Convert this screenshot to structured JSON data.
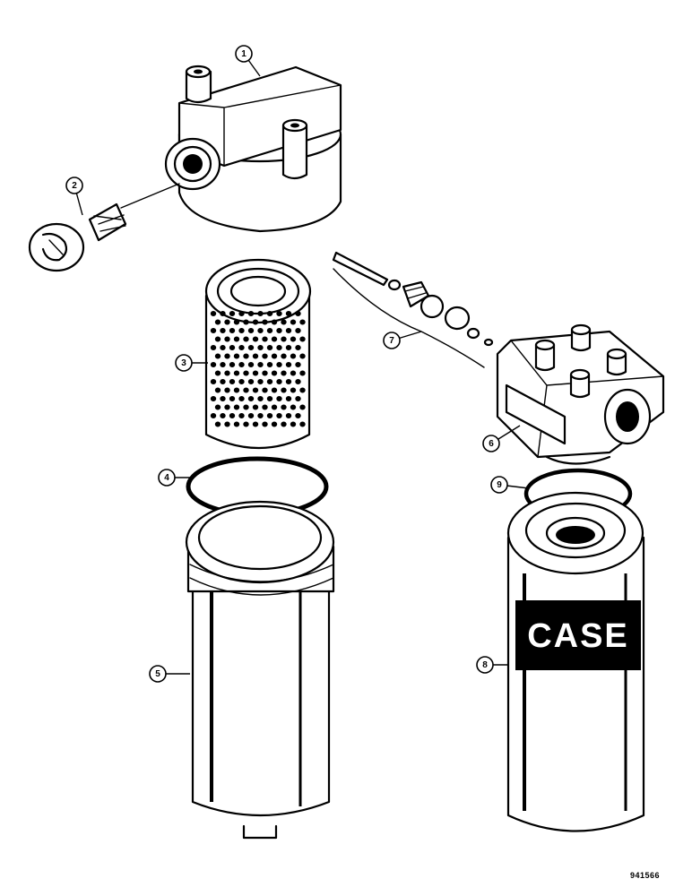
{
  "callouts": [
    {
      "id": "1",
      "label": "1"
    },
    {
      "id": "2",
      "label": "2"
    },
    {
      "id": "3",
      "label": "3"
    },
    {
      "id": "4",
      "label": "4"
    },
    {
      "id": "5",
      "label": "5"
    },
    {
      "id": "6",
      "label": "6"
    },
    {
      "id": "7",
      "label": "7"
    },
    {
      "id": "8",
      "label": "8"
    },
    {
      "id": "9",
      "label": "9"
    }
  ],
  "brand_mark": "CASE",
  "drawing_id": "941566",
  "colors": {
    "ink": "#000000",
    "paper": "#ffffff"
  }
}
